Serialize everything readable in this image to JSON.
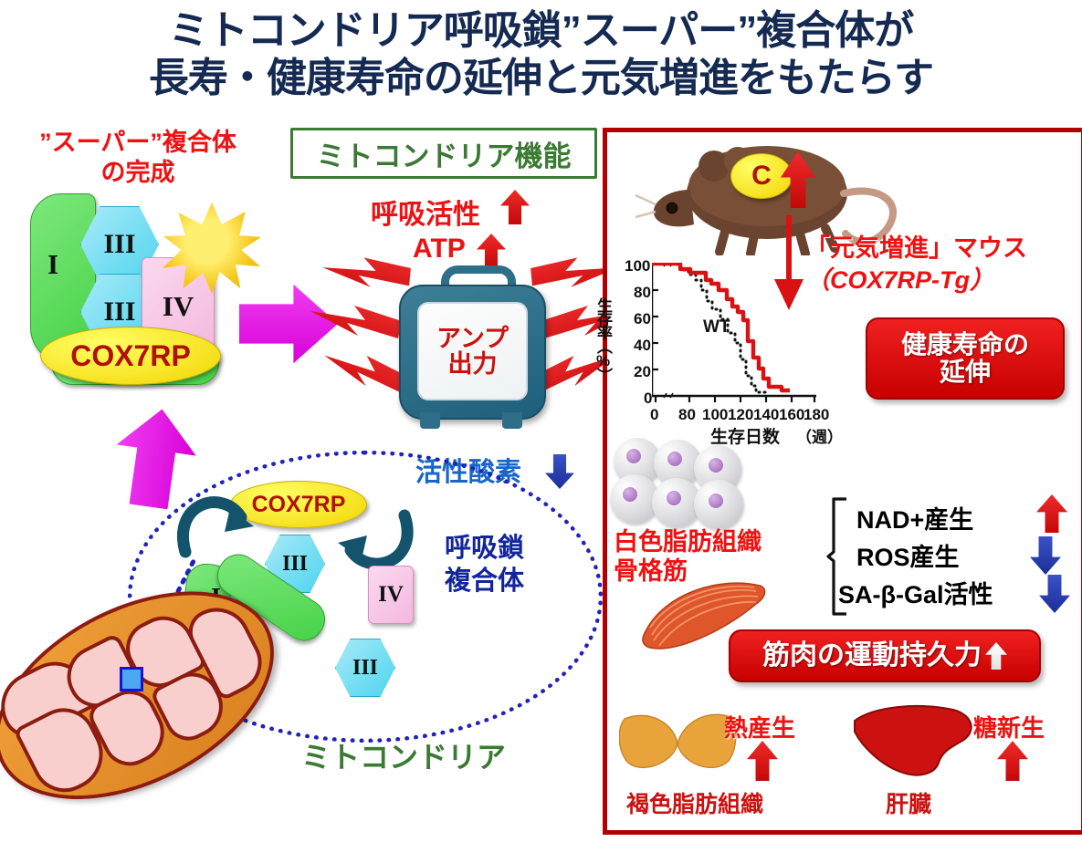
{
  "title": {
    "line1": "ミトコンドリア呼吸鎖”スーパー”複合体が",
    "line2": "長寿・健康寿命の延伸と元気増進をもたらす"
  },
  "left": {
    "supercomplex_title_l1": "”スーパー”複合体",
    "supercomplex_title_l2": "の完成",
    "complex_I": "I",
    "complex_III_a": "III",
    "complex_III_b": "III",
    "complex_IV": "IV",
    "cox7rp": "COX7RP"
  },
  "center": {
    "mito_function_box": "ミトコンドリア機能",
    "respiration_label": "呼吸活性",
    "atp_label": "ATP",
    "amp_line1": "アンプ",
    "amp_line2": "出力",
    "ros_label": "活性酸素"
  },
  "lower_left": {
    "cox7rp": "COX7RP",
    "complex_I": "I",
    "complex_III_top": "III",
    "complex_III_bottom": "III",
    "complex_IV": "IV",
    "resp_chain_l1": "呼吸鎖",
    "resp_chain_l2": "複合体",
    "mitochondria_label": "ミトコンドリア"
  },
  "right": {
    "mouse_badge": "C",
    "mouse_label_l1": "「元気増進」マウス",
    "mouse_label_l2": "（COX7RP-Tg）",
    "healthspan_badge_l1": "健康寿命の",
    "healthspan_badge_l2": "延伸",
    "tissue_label_l1": "白色脂肪組織",
    "tissue_label_l2": "骨格筋",
    "biomarkers": [
      {
        "name": "NAD+産生",
        "direction": "up",
        "color": "#d81212"
      },
      {
        "name": "ROS産生",
        "direction": "down",
        "color": "#1b2f96"
      },
      {
        "name": "SA-β-Gal活性",
        "direction": "down",
        "color": "#1b2f96"
      }
    ],
    "muscle_badge": "筋肉の運動持久力",
    "organs": [
      {
        "caption": "褐色脂肪組織",
        "effect": "熱産生",
        "direction": "up"
      },
      {
        "caption": "肝臓",
        "effect": "糖新生",
        "direction": "up"
      }
    ]
  },
  "chart_data": {
    "type": "line",
    "title": "",
    "xlabel": "生存日数",
    "ylabel": "生存率（%）",
    "xunit": "（週）",
    "xlim": [
      0,
      180
    ],
    "ylim": [
      0,
      100
    ],
    "xticks": [
      0,
      80,
      100,
      120,
      140,
      160,
      180
    ],
    "yticks": [
      0,
      20,
      40,
      60,
      80,
      100
    ],
    "grid": false,
    "legend_position": "inline",
    "axis_break_x": true,
    "axis_break_y": false,
    "series": [
      {
        "name": "COX7RP-Tg",
        "color": "#d81212",
        "style": "solid",
        "x": [
          0,
          88,
          88,
          96,
          96,
          108,
          108,
          112,
          112,
          118,
          118,
          124,
          124,
          128,
          128,
          132,
          132,
          136,
          136,
          140,
          140,
          144,
          144,
          148,
          148,
          152,
          152,
          156,
          156,
          166,
          166,
          172
        ],
        "y": [
          100,
          100,
          96,
          96,
          93,
          93,
          88,
          88,
          85,
          85,
          80,
          80,
          73,
          73,
          68,
          68,
          64,
          64,
          58,
          58,
          42,
          42,
          30,
          30,
          22,
          22,
          14,
          14,
          8,
          8,
          5,
          5
        ]
      },
      {
        "name": "WT",
        "color": "#111111",
        "style": "dotted",
        "x": [
          0,
          90,
          90,
          96,
          96,
          102,
          102,
          108,
          108,
          112,
          112,
          116,
          116,
          122,
          122,
          128,
          128,
          134,
          134,
          138,
          138,
          142,
          142,
          146,
          146,
          150,
          150,
          158
        ],
        "y": [
          100,
          100,
          95,
          95,
          92,
          92,
          88,
          88,
          80,
          80,
          72,
          72,
          66,
          66,
          58,
          58,
          48,
          48,
          40,
          40,
          28,
          28,
          16,
          16,
          8,
          8,
          3,
          3
        ]
      }
    ],
    "annotations": [
      {
        "text": "WT",
        "x": 108,
        "y": 48
      }
    ]
  }
}
